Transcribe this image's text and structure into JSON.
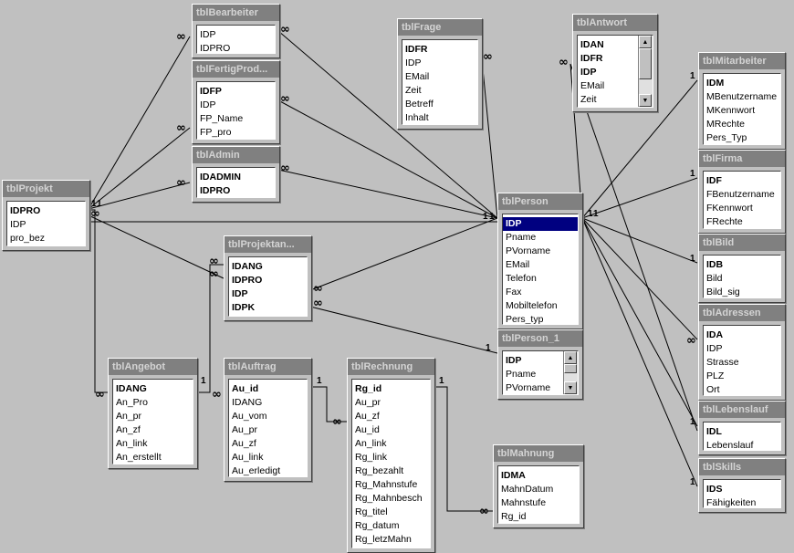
{
  "tables": [
    {
      "id": "tblBearbeiter",
      "title": "tblBearbeiter",
      "fields": [
        {
          "n": "IDP"
        },
        {
          "n": "IDPRO"
        }
      ]
    },
    {
      "id": "tblFertigProd",
      "title": "tblFertigProd...",
      "fields": [
        {
          "n": "IDFP",
          "pk": true
        },
        {
          "n": "IDP"
        },
        {
          "n": "FP_Name"
        },
        {
          "n": "FP_pro"
        }
      ]
    },
    {
      "id": "tblAdmin",
      "title": "tblAdmin",
      "fields": [
        {
          "n": "IDADMIN",
          "pk": true
        },
        {
          "n": "IDPRO",
          "pk": true
        }
      ]
    },
    {
      "id": "tblFrage",
      "title": "tblFrage",
      "fields": [
        {
          "n": "IDFR",
          "pk": true
        },
        {
          "n": "IDP"
        },
        {
          "n": "EMail"
        },
        {
          "n": "Zeit"
        },
        {
          "n": "Betreff"
        },
        {
          "n": "Inhalt"
        }
      ]
    },
    {
      "id": "tblAntwort",
      "title": "tblAntwort",
      "fields": [
        {
          "n": "IDAN",
          "pk": true
        },
        {
          "n": "IDFR",
          "pk": true
        },
        {
          "n": "IDP",
          "pk": true
        },
        {
          "n": "EMail"
        },
        {
          "n": "Zeit"
        }
      ]
    },
    {
      "id": "tblMitarbeiter",
      "title": "tblMitarbeiter",
      "fields": [
        {
          "n": "IDM",
          "pk": true
        },
        {
          "n": "MBenutzername"
        },
        {
          "n": "MKennwort"
        },
        {
          "n": "MRechte"
        },
        {
          "n": "Pers_Typ"
        }
      ]
    },
    {
      "id": "tblFirma",
      "title": "tblFirma",
      "fields": [
        {
          "n": "IDF",
          "pk": true
        },
        {
          "n": "FBenutzername"
        },
        {
          "n": "FKennwort"
        },
        {
          "n": "FRechte"
        }
      ]
    },
    {
      "id": "tblBild",
      "title": "tblBild",
      "fields": [
        {
          "n": "IDB",
          "pk": true
        },
        {
          "n": "Bild"
        },
        {
          "n": "Bild_sig"
        }
      ]
    },
    {
      "id": "tblAdressen",
      "title": "tblAdressen",
      "fields": [
        {
          "n": "IDA",
          "pk": true
        },
        {
          "n": "IDP"
        },
        {
          "n": "Strasse"
        },
        {
          "n": "PLZ"
        },
        {
          "n": "Ort"
        }
      ]
    },
    {
      "id": "tblLebenslauf",
      "title": "tblLebenslauf",
      "fields": [
        {
          "n": "IDL",
          "pk": true
        },
        {
          "n": "Lebenslauf"
        }
      ]
    },
    {
      "id": "tblSkills",
      "title": "tblSkills",
      "fields": [
        {
          "n": "IDS",
          "pk": true
        },
        {
          "n": "Fähigkeiten"
        }
      ]
    },
    {
      "id": "tblProjekt",
      "title": "tblProjekt",
      "fields": [
        {
          "n": "IDPRO",
          "pk": true
        },
        {
          "n": "IDP"
        },
        {
          "n": "pro_bez"
        }
      ]
    },
    {
      "id": "tblProjektangebot",
      "title": "tblProjektan...",
      "fields": [
        {
          "n": "IDANG",
          "pk": true
        },
        {
          "n": "IDPRO",
          "pk": true
        },
        {
          "n": "IDP",
          "pk": true
        },
        {
          "n": "IDPK",
          "pk": true
        }
      ]
    },
    {
      "id": "tblPerson",
      "title": "tblPerson",
      "fields": [
        {
          "n": "IDP",
          "pk": true,
          "sel": true
        },
        {
          "n": "Pname"
        },
        {
          "n": "PVorname"
        },
        {
          "n": "EMail"
        },
        {
          "n": "Telefon"
        },
        {
          "n": "Fax"
        },
        {
          "n": "Mobiltelefon"
        },
        {
          "n": "Pers_typ"
        }
      ]
    },
    {
      "id": "tblPerson_1",
      "title": "tblPerson_1",
      "fields": [
        {
          "n": "IDP",
          "pk": true
        },
        {
          "n": "Pname"
        },
        {
          "n": "PVorname"
        }
      ]
    },
    {
      "id": "tblAngebot",
      "title": "tblAngebot",
      "fields": [
        {
          "n": "IDANG",
          "pk": true
        },
        {
          "n": "An_Pro"
        },
        {
          "n": "An_pr"
        },
        {
          "n": "An_zf"
        },
        {
          "n": "An_link"
        },
        {
          "n": "An_erstellt"
        }
      ]
    },
    {
      "id": "tblAuftrag",
      "title": "tblAuftrag",
      "fields": [
        {
          "n": "Au_id",
          "pk": true
        },
        {
          "n": "IDANG"
        },
        {
          "n": "Au_vom"
        },
        {
          "n": "Au_pr"
        },
        {
          "n": "Au_zf"
        },
        {
          "n": "Au_link"
        },
        {
          "n": "Au_erledigt"
        }
      ]
    },
    {
      "id": "tblRechnung",
      "title": "tblRechnung",
      "fields": [
        {
          "n": "Rg_id",
          "pk": true
        },
        {
          "n": "Au_pr"
        },
        {
          "n": "Au_zf"
        },
        {
          "n": "Au_id"
        },
        {
          "n": "An_link"
        },
        {
          "n": "Rg_link"
        },
        {
          "n": "Rg_bezahlt"
        },
        {
          "n": "Rg_Mahnstufe"
        },
        {
          "n": "Rg_Mahnbesch"
        },
        {
          "n": "Rg_titel"
        },
        {
          "n": "Rg_datum"
        },
        {
          "n": "Rg_letzMahn"
        }
      ]
    },
    {
      "id": "tblMahnung",
      "title": "tblMahnung",
      "fields": [
        {
          "n": "IDMA",
          "pk": true
        },
        {
          "n": "MahnDatum"
        },
        {
          "n": "Mahnstufe"
        },
        {
          "n": "Rg_id"
        }
      ]
    }
  ],
  "cardinality": {
    "one": "1",
    "many": "∞"
  }
}
